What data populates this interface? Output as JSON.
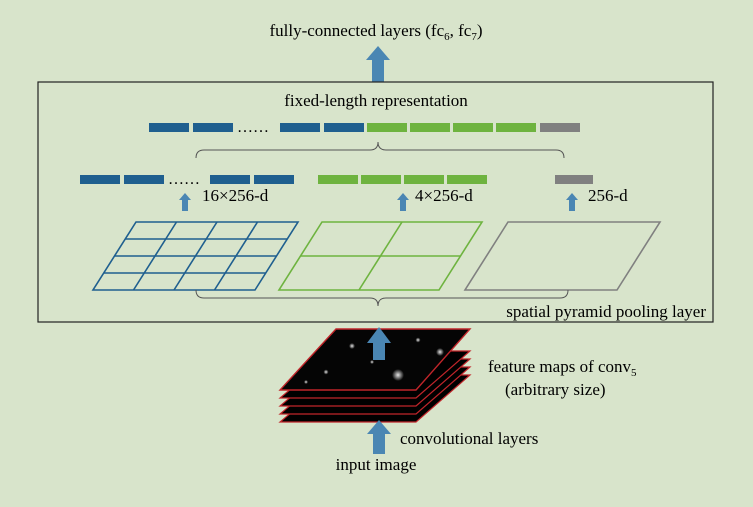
{
  "colors": {
    "background": "#d8e4cb",
    "blue": "#1f5f8f",
    "green": "#6eb33f",
    "gray": "#808080",
    "arrow": "#4a86b3",
    "feature_map_border": "#c0252a"
  },
  "labels": {
    "fc_prefix": "fully-connected layers (fc",
    "fc_sub1": "6",
    "fc_mid": ", fc",
    "fc_sub2": "7",
    "fc_suffix": ")",
    "fixed_length": "fixed-length representation",
    "dots": "……",
    "d16": "16×256-d",
    "d4": "4×256-d",
    "d1": "256-d",
    "spp_layer": "spatial pyramid pooling layer",
    "fmap_prefix": "feature maps of conv",
    "fmap_sub": "5",
    "fmap_line2": "(arbitrary size)",
    "conv_layers": "convolutional layers",
    "input_image": "input image"
  },
  "pyramid_grids": [
    {
      "name": "grid-4x4",
      "divisions": 4,
      "color": "blue"
    },
    {
      "name": "grid-2x2",
      "divisions": 2,
      "color": "green"
    },
    {
      "name": "grid-1x1",
      "divisions": 1,
      "color": "gray"
    }
  ]
}
